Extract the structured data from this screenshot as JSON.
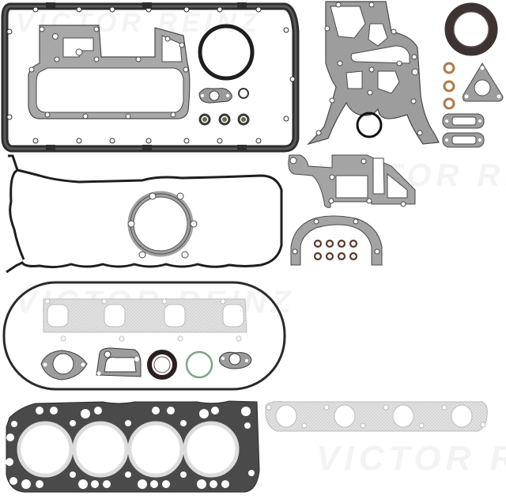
{
  "image": {
    "subject": "Full engine gasket set (exploded product layout)",
    "background": "#ffffff",
    "watermark": {
      "text": "VICTOR REINZ",
      "partial_texts": [
        "VICTOR",
        "VICTOR REINZ",
        "VICTOR RE"
      ],
      "color": "#f0f0f0"
    },
    "colors": {
      "graphite_gasket": "#8a8a8a",
      "graphite_outline": "#3a3a3a",
      "rubber_black": "#1e1e1e",
      "copper_washer": "#b07a4a",
      "green_oring": "#7fa58a",
      "metal_layer": "#d9d9d9",
      "dark_coating": "#4a4a4a"
    },
    "components": [
      {
        "name": "oil-pan-gasket",
        "position": "top-left",
        "type": "rubber with bolt holes"
      },
      {
        "name": "timing-cover-gasket",
        "position": "inside oil pan gasket",
        "type": "graphite"
      },
      {
        "name": "crankshaft-rear-seal",
        "position": "top-left center",
        "type": "rubber ring"
      },
      {
        "name": "small-flange-gasket",
        "position": "top-left center",
        "type": "graphite"
      },
      {
        "name": "seal-rings",
        "count": 4,
        "type": "rubber"
      },
      {
        "name": "front-engine-plate-gasket",
        "position": "top-center-right",
        "type": "graphite"
      },
      {
        "name": "crankshaft-front-seal",
        "position": "top-right",
        "type": "rubber"
      },
      {
        "name": "copper-washers",
        "count": 3,
        "position": "top-right",
        "type": "copper"
      },
      {
        "name": "triangle-flange-gasket",
        "position": "top-right",
        "type": "graphite"
      },
      {
        "name": "oblong-gaskets",
        "count": 2,
        "position": "right",
        "type": "graphite"
      },
      {
        "name": "small-o-ring",
        "position": "top-center",
        "type": "black rubber"
      },
      {
        "name": "valve-cover-gasket",
        "position": "middle-left",
        "type": "rubber"
      },
      {
        "name": "water-pump-gasket",
        "position": "middle-left",
        "type": "graphite"
      },
      {
        "name": "pump-housing-gasket",
        "position": "middle-right",
        "type": "graphite"
      },
      {
        "name": "rear-seal-retainer-gasket",
        "position": "middle-right",
        "type": "graphite"
      },
      {
        "name": "valve-stem-seals",
        "count": 8,
        "type": "rubber"
      },
      {
        "name": "intake-manifold-gasket",
        "position": "middle",
        "type": "metal"
      },
      {
        "name": "oval-rubber-gasket",
        "position": "middle-left",
        "type": "rubber"
      },
      {
        "name": "thermostat-gasket",
        "type": "graphite"
      },
      {
        "name": "water-outlet-gasket",
        "type": "graphite"
      },
      {
        "name": "oil-seal",
        "type": "rubber"
      },
      {
        "name": "green-o-ring",
        "type": "rubber"
      },
      {
        "name": "egr-gasket",
        "type": "graphite"
      },
      {
        "name": "cylinder-head-gasket",
        "position": "bottom-left",
        "cylinders": 4,
        "type": "multi-layer steel"
      },
      {
        "name": "exhaust-manifold-gasket",
        "position": "bottom-right",
        "ports": 4,
        "type": "metal"
      }
    ]
  }
}
